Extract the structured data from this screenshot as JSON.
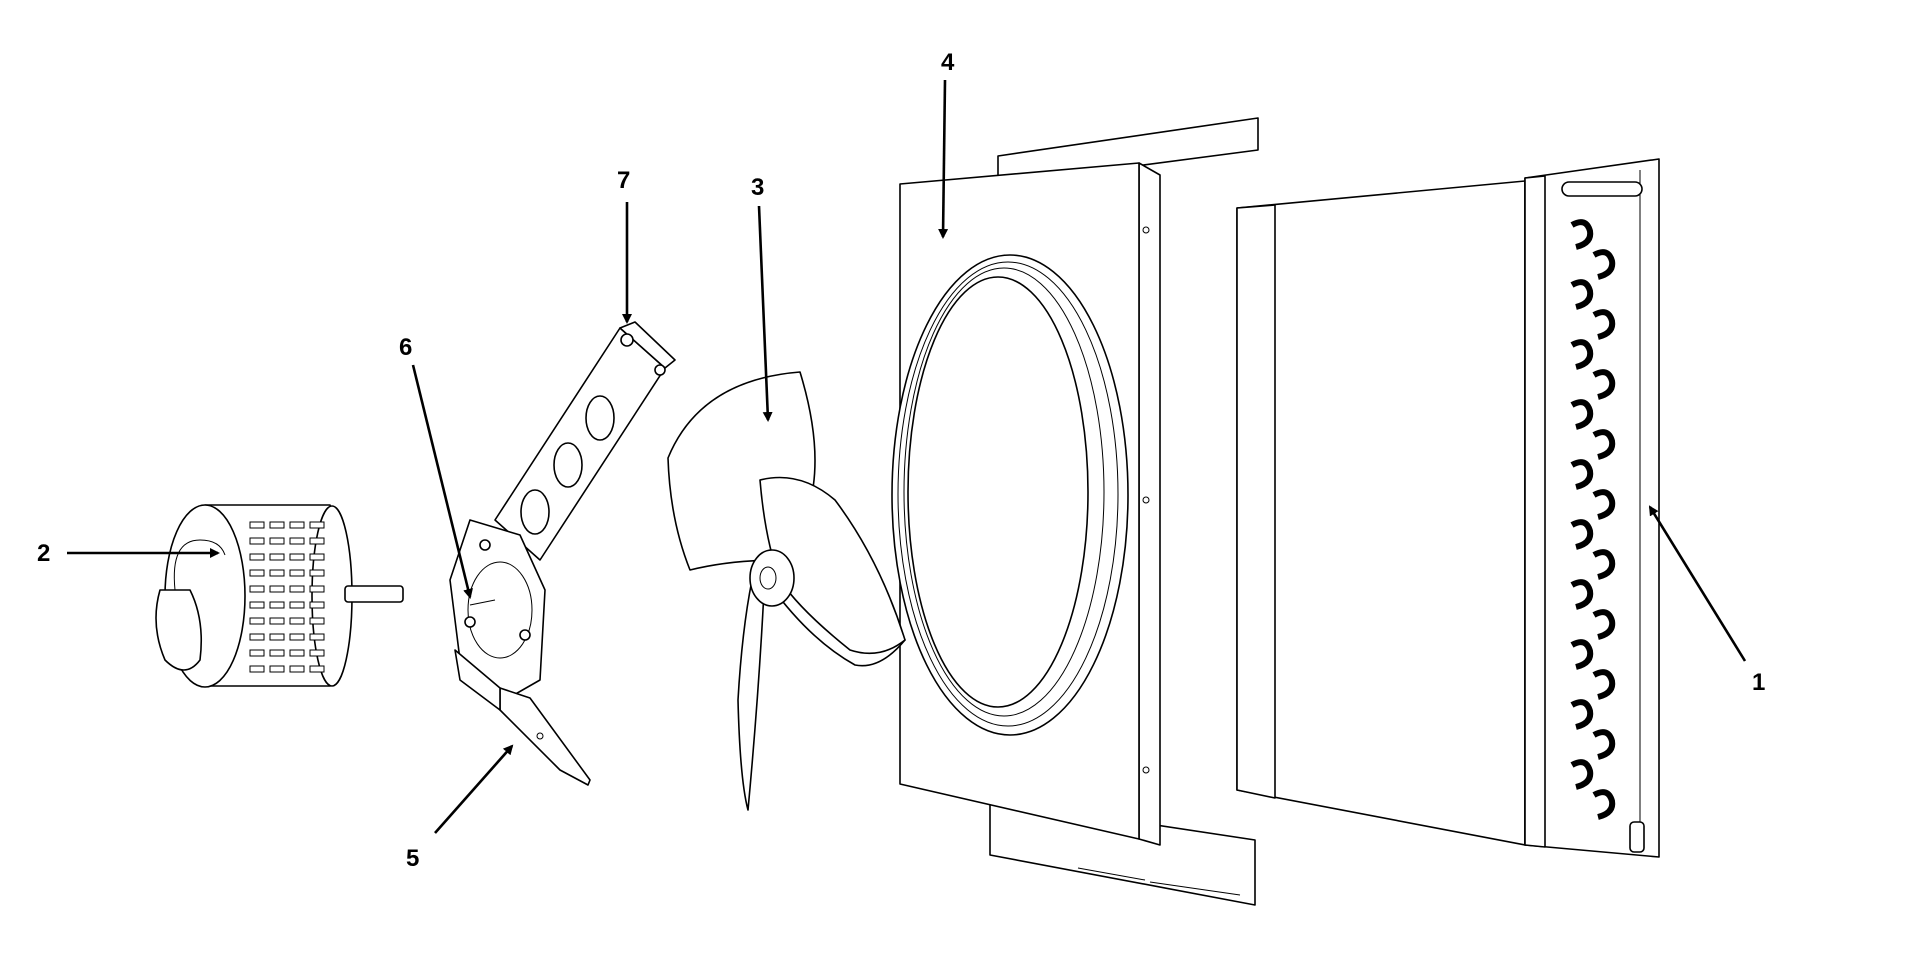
{
  "diagram": {
    "type": "exploded-parts-view",
    "callouts": [
      {
        "id": "1",
        "text": "1",
        "part": "coil"
      },
      {
        "id": "2",
        "text": "2",
        "part": "fan-motor"
      },
      {
        "id": "3",
        "text": "3",
        "part": "fan-blade"
      },
      {
        "id": "4",
        "text": "4",
        "part": "fan-shroud"
      },
      {
        "id": "5",
        "text": "5",
        "part": "motor-mount-bracket-lower"
      },
      {
        "id": "6",
        "text": "6",
        "part": "motor-mount-plate"
      },
      {
        "id": "7",
        "text": "7",
        "part": "motor-mount-bracket-upper"
      }
    ]
  }
}
